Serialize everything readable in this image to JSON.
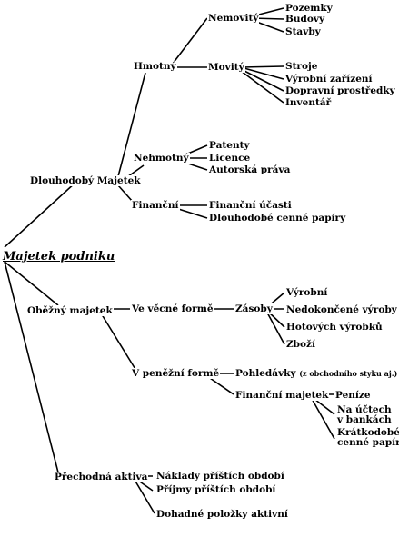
{
  "root": "Majetek podniku",
  "dlouhodoby": {
    "label": "Dlouhodobý Majetek",
    "hmotny": {
      "label": "Hmotný",
      "nemovity": {
        "label": "Nemovitý",
        "items": [
          "Pozemky",
          "Budovy",
          "Stavby"
        ]
      },
      "movity": {
        "label": "Movitý",
        "items": [
          "Stroje",
          "Výrobní zařízení",
          "Dopravní prostředky",
          "Inventář"
        ]
      }
    },
    "nehmotny": {
      "label": "Nehmotný",
      "items": [
        "Patenty",
        "Licence",
        "Autorská práva"
      ]
    },
    "financni": {
      "label": "Finanční",
      "items": [
        "Finanční účasti",
        "Dlouhodobé cenné papíry"
      ]
    }
  },
  "obezny": {
    "label": "Oběžný majetek",
    "vecna": {
      "label": "Ve věcné formě",
      "zasoby": {
        "label": "Zásoby",
        "items": [
          "Výrobní",
          "Nedokončené výroby",
          "Hotových výrobků",
          "Zboží"
        ]
      }
    },
    "penezni": {
      "label": "V peněžní formě",
      "pohledavky": {
        "label": "Pohledávky",
        "note": "(z obchodního styku aj.)"
      },
      "financni_majetek": {
        "label": "Finanční majetek",
        "items": [
          "Peníze",
          "Na účtech\nv bankách",
          "Krátkodobé\ncenné papíry"
        ]
      }
    }
  },
  "prechodna": {
    "label": "Přechodná aktiva",
    "items": [
      "Náklady příštích období",
      "Příjmy příštích období",
      "Dohadné položky aktivní"
    ]
  }
}
